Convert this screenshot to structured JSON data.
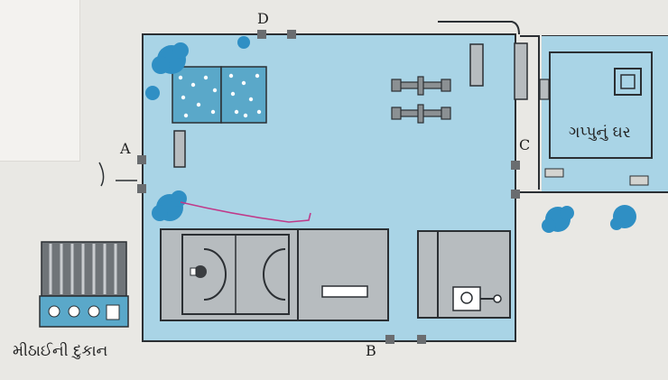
{
  "map": {
    "gate_labels": {
      "a": "A",
      "b": "B",
      "c": "C",
      "d": "D"
    },
    "house_label": "ગપ્પુનું ઘર",
    "shop_label": "મીઠાઈની દુકાન",
    "colors": {
      "campus_fill": "#a9d4e6",
      "outline": "#2b2f33",
      "tree": "#2f8fc4",
      "building_gray": "#b7bcbf",
      "shop_roof": "#6f7478",
      "shop_panel": "#5aa8c9",
      "annotation_pink": "#c03a8a"
    }
  }
}
